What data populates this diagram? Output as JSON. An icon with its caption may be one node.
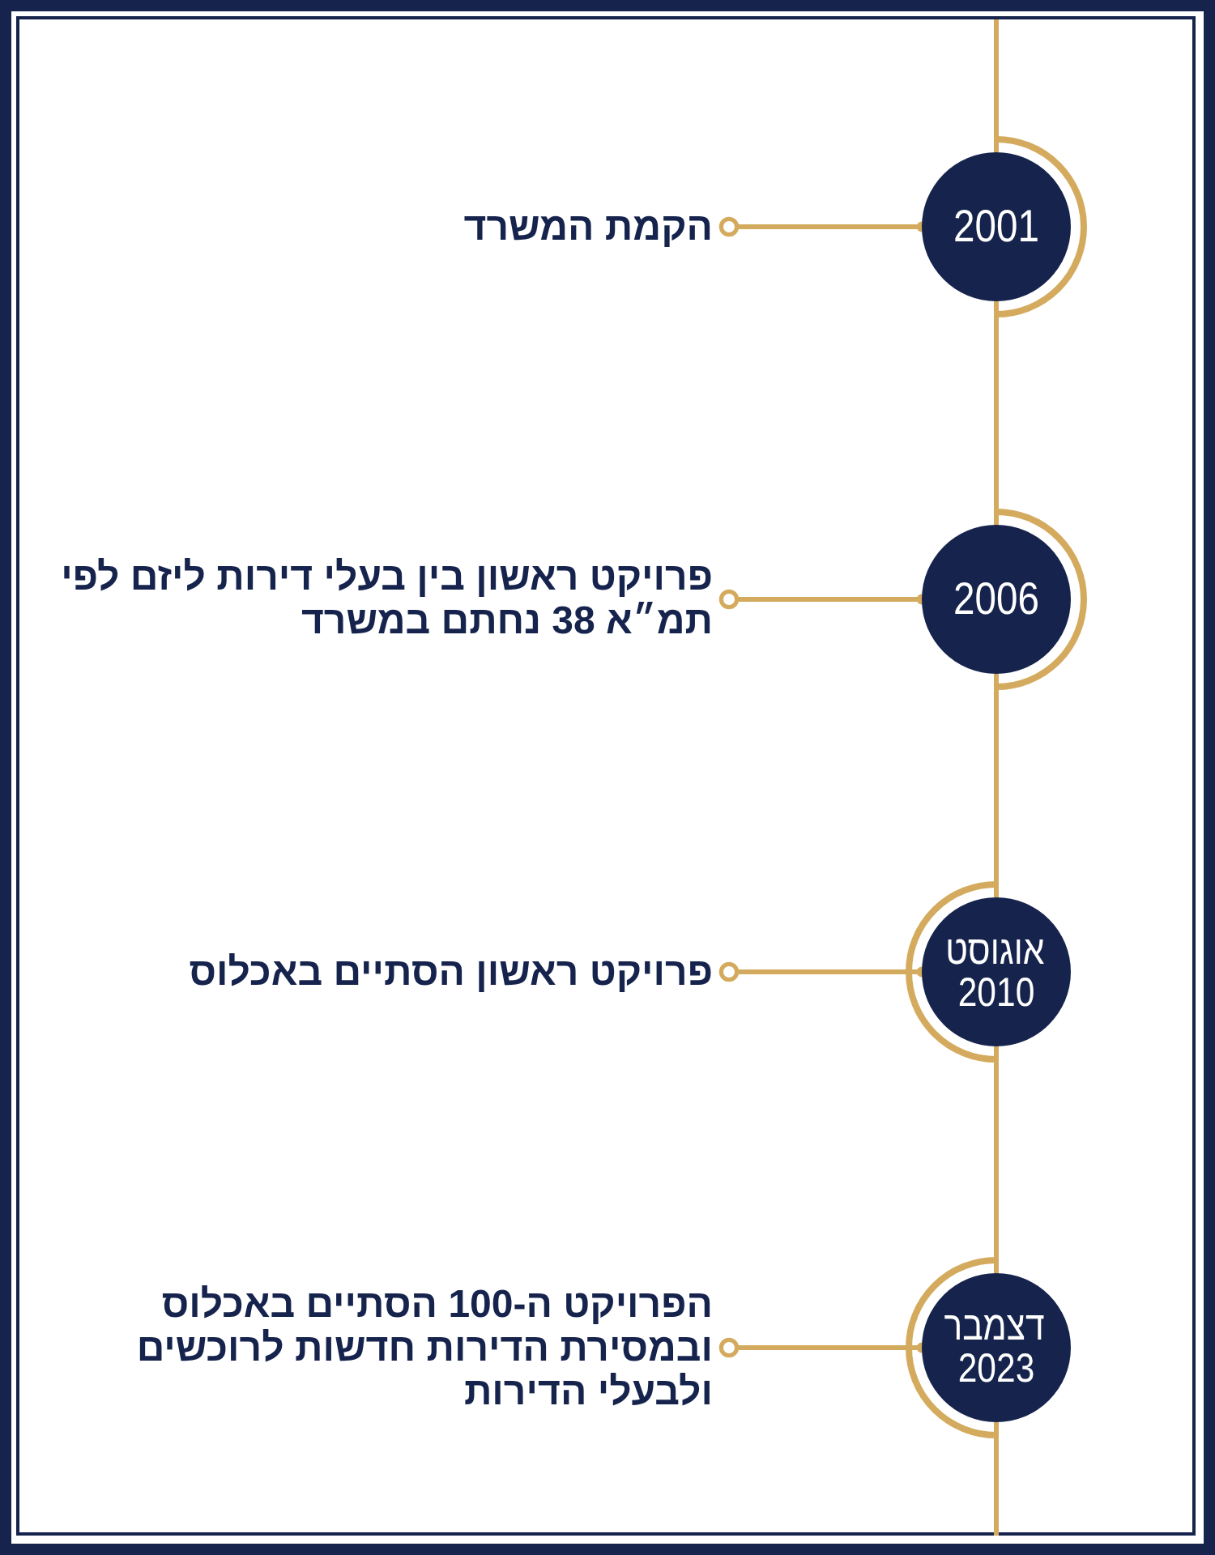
{
  "diagram": {
    "nodes": [
      {
        "text": [
          "2001"
        ]
      },
      {
        "text": [
          "הקמת המשרד"
        ]
      },
      {
        "text": [
          "2006"
        ]
      },
      {
        "text": [
          "פרויקט ראשון בין בעלי דירות ליזם לפי תמ״א 38 נחתם במשרד"
        ]
      },
      {
        "text": [
          "אוגוסט 2010"
        ]
      },
      {
        "text": [
          "פרויקט ראשון הסתיים באכלוס"
        ]
      },
      {
        "text": [
          "דצמבר 2023"
        ]
      },
      {
        "text": [
          "הפרויקט ה-100 הסתיים באכלוס ובמסירת הדירות חדשות לרוכשים ולבעלי הדירות"
        ]
      }
    ],
    "edges": [
      {
        "from": null,
        "to": 0,
        "arrow": "none"
      },
      {
        "from": 0,
        "to": 2,
        "arrow": "none"
      },
      {
        "from": 2,
        "to": 4,
        "arrow": "none"
      },
      {
        "from": 4,
        "to": 6,
        "arrow": "none"
      },
      {
        "from": 6,
        "to": null,
        "arrow": "none"
      },
      {
        "from": 1,
        "to": 0,
        "arrow": "other"
      },
      {
        "from": 3,
        "to": 2,
        "arrow": "other"
      },
      {
        "from": 5,
        "to": 4,
        "arrow": "other"
      },
      {
        "from": 7,
        "to": 6,
        "arrow": "other"
      }
    ]
  }
}
